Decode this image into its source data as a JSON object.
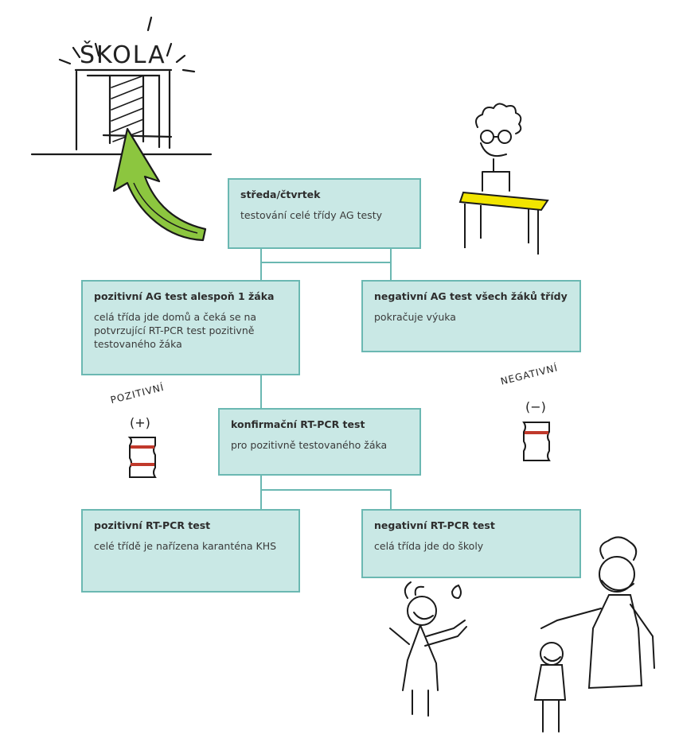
{
  "school_sign": "ŠKOLA",
  "nodes": {
    "start": {
      "title": "středa/čtvrtek",
      "text": "testování celé třídy AG testy"
    },
    "ag_positive": {
      "title": "pozitivní AG test alespoň 1 žáka",
      "text": "celá třída jde domů a čeká se na potvrzující RT-PCR test pozitivně testovaného žáka"
    },
    "ag_negative": {
      "title": "negativní AG test všech žáků třídy",
      "text": "pokračuje výuka"
    },
    "pcr_confirm": {
      "title": "konfirmační RT-PCR test",
      "text": "pro pozitivně testovaného žáka"
    },
    "pcr_positive": {
      "title": "pozitivní RT-PCR test",
      "text": "celé třídě je nařízena karanténa KHS"
    },
    "pcr_negative": {
      "title": "negativní RT-PCR test",
      "text": "celá třída jde do školy"
    }
  },
  "labels": {
    "positive": "POZITIVNÍ",
    "negative": "NEGATIVNÍ",
    "plus": "(+)",
    "minus": "(−)"
  },
  "colors": {
    "box_fill": "#c9e8e5",
    "box_border": "#6bb8b2",
    "arrow_green": "#8cc63f",
    "desk_yellow": "#f2e500",
    "test_red": "#c0392b"
  }
}
